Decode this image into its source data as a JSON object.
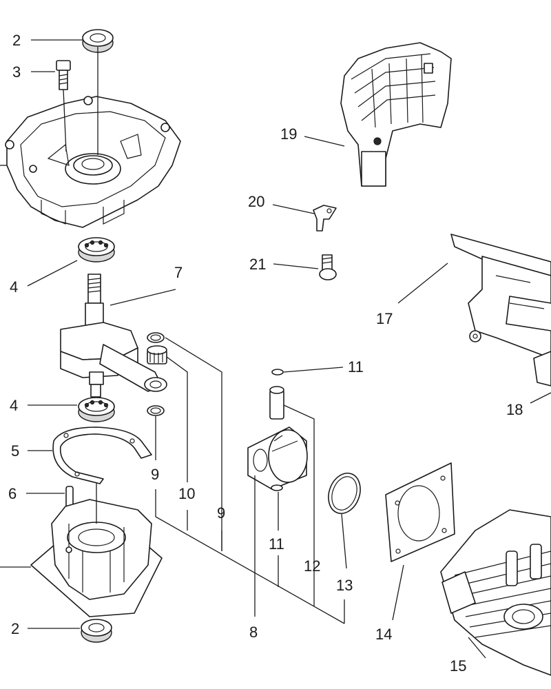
{
  "diagram": {
    "callouts": {
      "c2_top": "2",
      "c3": "3",
      "c4_upper": "4",
      "c7": "7",
      "c4_lower": "4",
      "c5": "5",
      "c6": "6",
      "c2_bottom": "2",
      "c9_a": "9",
      "c10": "10",
      "c9_b": "9",
      "c8": "8",
      "c11_upper": "11",
      "c11_lower": "11",
      "c12": "12",
      "c13": "13",
      "c14": "14",
      "c15": "15",
      "c17": "17",
      "c18": "18",
      "c19": "19",
      "c20": "20",
      "c21": "21"
    }
  }
}
